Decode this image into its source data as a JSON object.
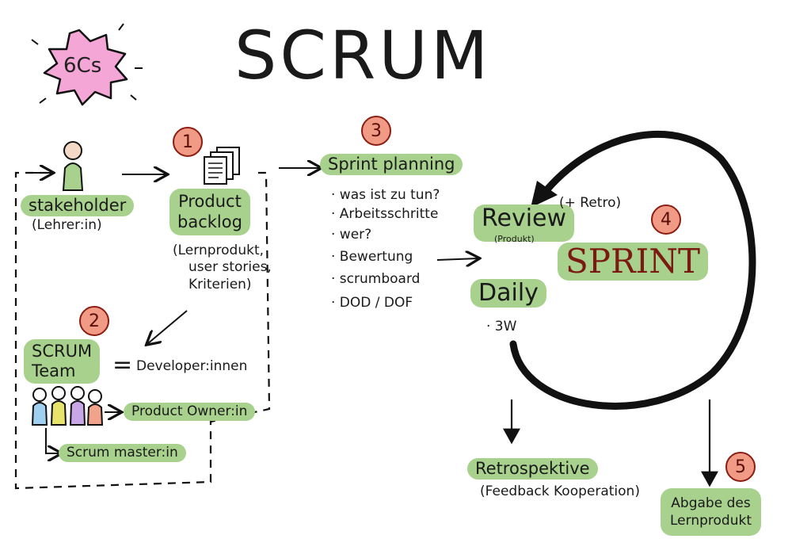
{
  "title": "SCRUM",
  "badge": "6Cs",
  "numbers": [
    "1",
    "2",
    "3",
    "4",
    "5"
  ],
  "stakeholder": {
    "label": "stakeholder",
    "sub": "(Lehrer:in)"
  },
  "backlog": {
    "label_line1": "Product",
    "label_line2": "backlog",
    "desc_line1": "(Lernprodukt,",
    "desc_line2": "user stories,",
    "desc_line3": "Kriterien)"
  },
  "team": {
    "label_line1": "SCRUM",
    "label_line2": "Team",
    "equals": "=",
    "developers": "Developer:innen",
    "product_owner": "Product Owner:in",
    "scrum_master": "Scrum master:in"
  },
  "planning": {
    "label": "Sprint planning",
    "items": [
      "· was ist zu tun?",
      "· Arbeitsschritte",
      "· wer?",
      "· Bewertung",
      "· scrumboard",
      "· DOD / DOF"
    ]
  },
  "review": {
    "label": "Review",
    "sub": "(Produkt)",
    "retro": "(+ Retro)"
  },
  "sprint": {
    "label": "SPRINT"
  },
  "daily": {
    "label": "Daily",
    "note": "· 3W"
  },
  "retrospektive": {
    "label": "Retrospektive",
    "sub": "(Feedback Kooperation)"
  },
  "abgabe": {
    "label_line1": "Abgabe des",
    "label_line2": "Lernprodukt"
  },
  "colors": {
    "highlight": "#a9d18e",
    "number_fill": "#f19a86",
    "badge_fill": "#f4a6d6",
    "sprint_text": "#7a1a10"
  }
}
